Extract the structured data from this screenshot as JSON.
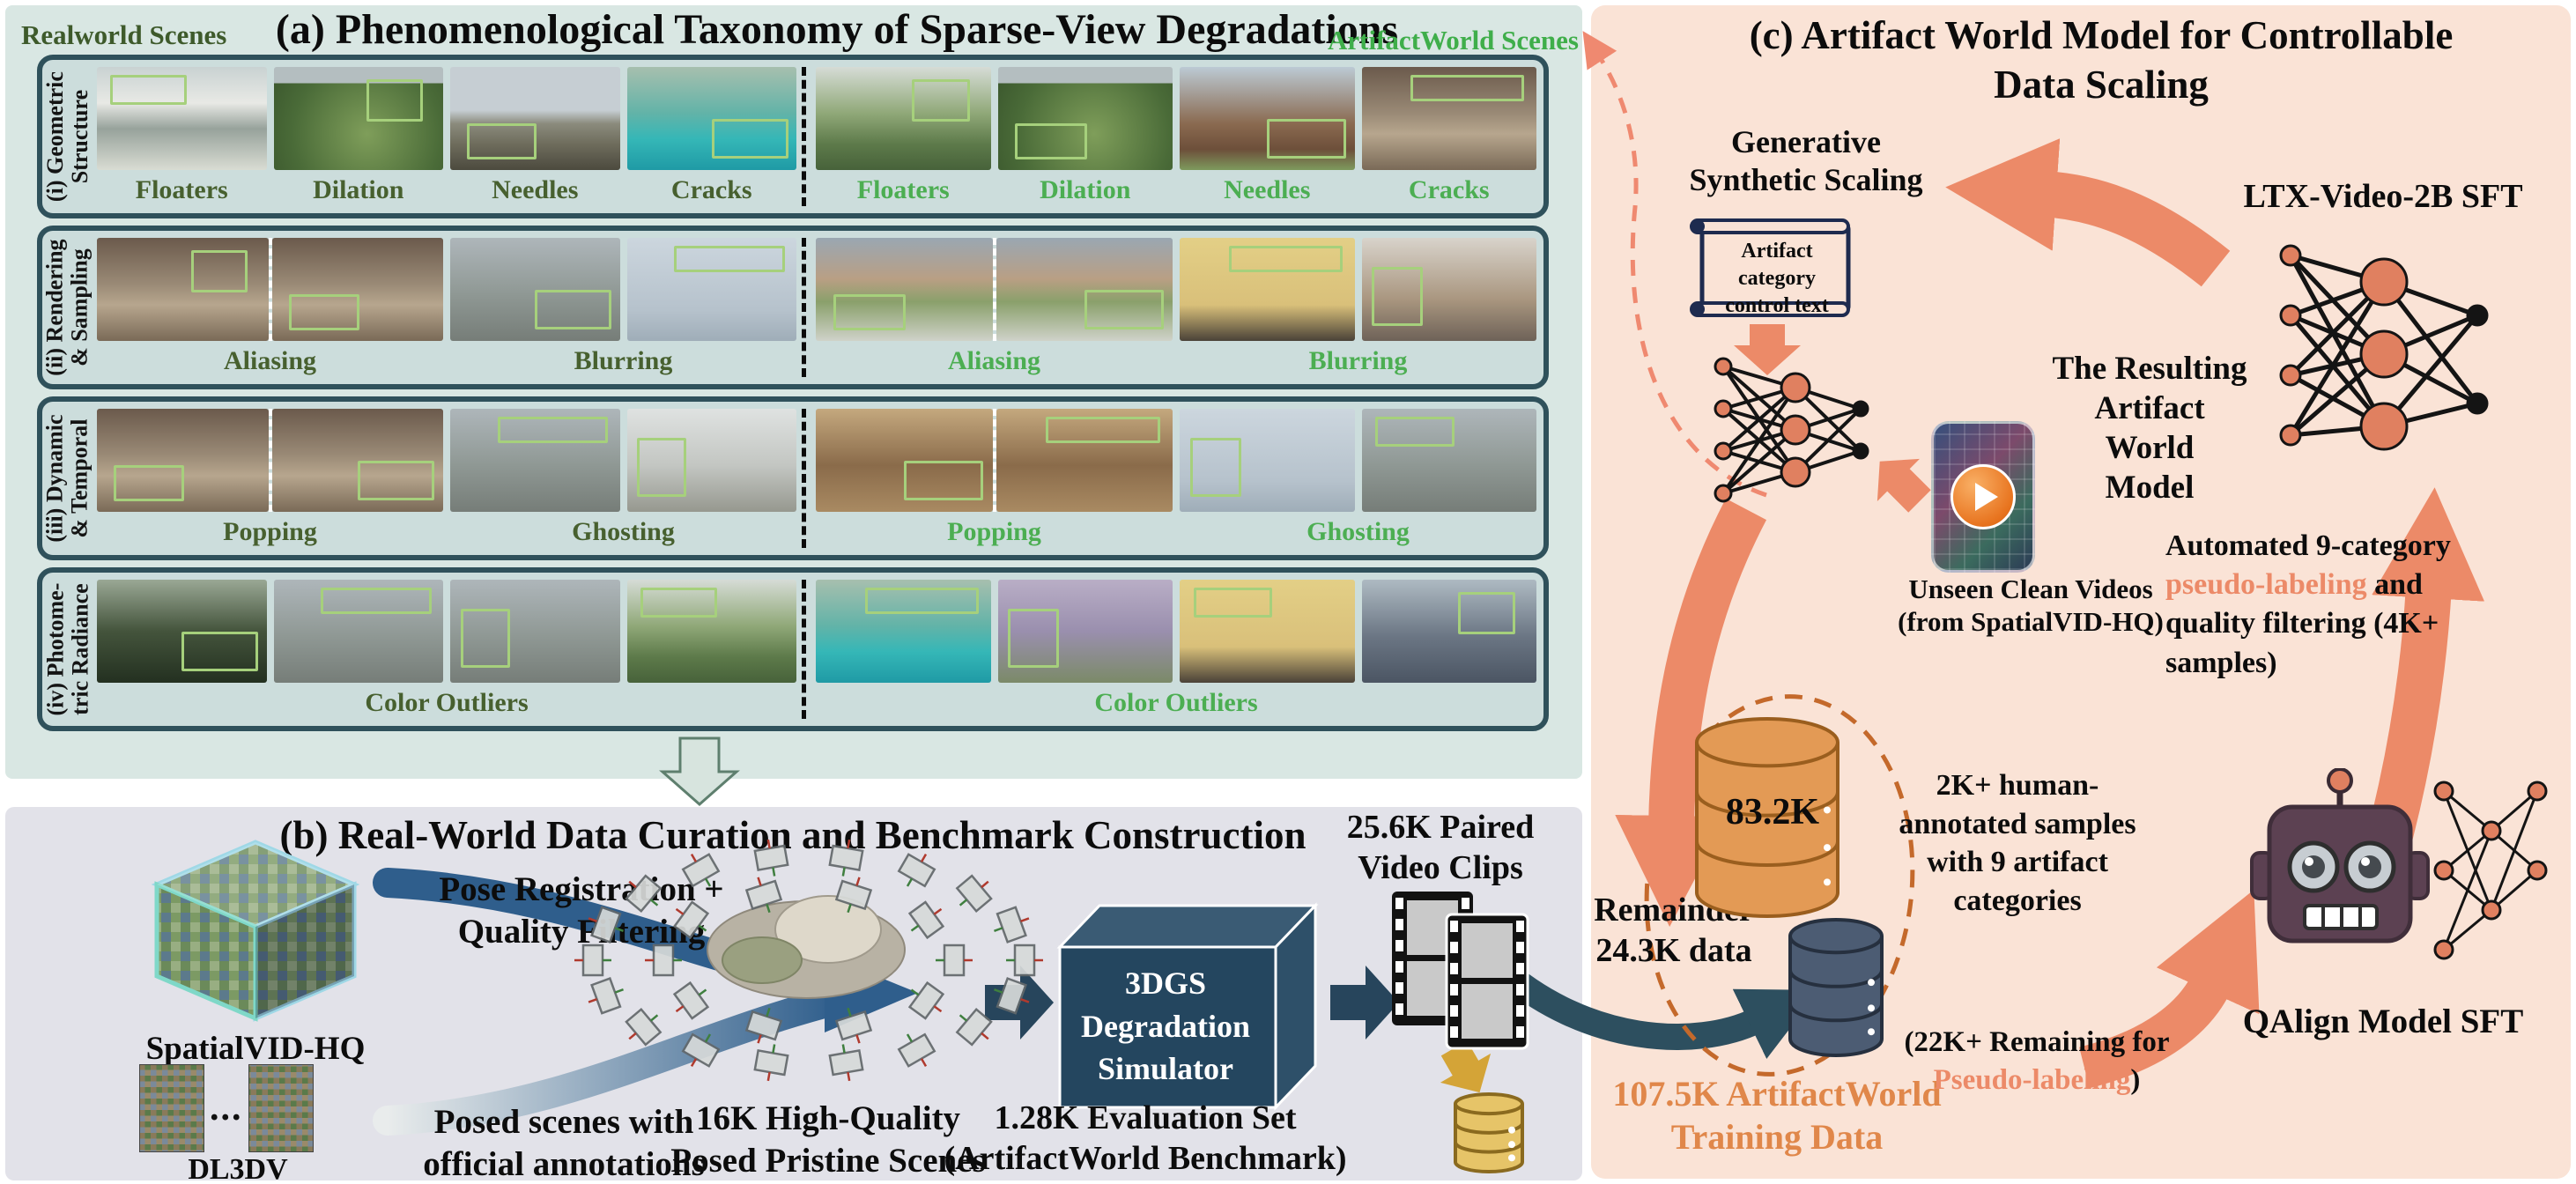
{
  "colors": {
    "panel_a_bg": "#D9E7E3",
    "panel_b_bg": "#E2E2E9",
    "panel_c_bg": "#FAE3D6",
    "row_border": "#2F515B",
    "green_dark": "#47602F",
    "green_bright": "#4CAE52",
    "salmon": "#EC8A68",
    "orange": "#E0874A",
    "teal_arrow": "#2D4F5F",
    "navy_box": "#24465F",
    "gold": "#D4A437"
  },
  "icons": {
    "dataset-cube-icon": "isometric mosaic cube",
    "image-strip-icon": "mosaic photo strips",
    "camera-rig-icon": "ring of posed camera frustums",
    "degradation-box-icon": "3d box",
    "film-strips-icon": "paired film strips",
    "database-icon": "cylinder stack",
    "scroll-icon": "paper scroll",
    "neural-net-icon": "node-link network",
    "video-app-icon": "play button over video mosaic",
    "robot-icon": "robot head"
  },
  "panel_a": {
    "corner_left": "Realworld Scenes",
    "title": "(a) Phenomenological Taxonomy of Sparse-View Degradations",
    "corner_right": "ArtifactWorld Scenes",
    "rows": [
      {
        "side_lines": [
          "(i) Geometric",
          "Structure"
        ],
        "halves": [
          {
            "groups": [
              {
                "label": "Floaters",
                "images": 1
              },
              {
                "label": "Dilation",
                "images": 1
              },
              {
                "label": "Needles",
                "images": 1
              },
              {
                "label": "Cracks",
                "images": 1
              }
            ]
          },
          {
            "groups": [
              {
                "label": "Floaters",
                "images": 1
              },
              {
                "label": "Dilation",
                "images": 1
              },
              {
                "label": "Needles",
                "images": 1
              },
              {
                "label": "Cracks",
                "images": 1
              }
            ]
          }
        ]
      },
      {
        "side_lines": [
          "(ii) Rendering",
          "& Sampling"
        ],
        "halves": [
          {
            "groups": [
              {
                "label": "Aliasing",
                "images": 2,
                "pair": true
              },
              {
                "label": "Blurring",
                "images": 2
              }
            ]
          },
          {
            "groups": [
              {
                "label": "Aliasing",
                "images": 2,
                "pair": true
              },
              {
                "label": "Blurring",
                "images": 2
              }
            ]
          }
        ]
      },
      {
        "side_lines": [
          "(iii) Dynamic",
          "& Temporal"
        ],
        "halves": [
          {
            "groups": [
              {
                "label": "Popping",
                "images": 2,
                "pair": true
              },
              {
                "label": "Ghosting",
                "images": 2
              }
            ]
          },
          {
            "groups": [
              {
                "label": "Popping",
                "images": 2,
                "pair": true
              },
              {
                "label": "Ghosting",
                "images": 2
              }
            ]
          }
        ]
      },
      {
        "side_lines": [
          "(iv) Photome-",
          "tric Radiance"
        ],
        "halves": [
          {
            "groups": [
              {
                "label": "Color Outliers",
                "images": 4
              }
            ]
          },
          {
            "groups": [
              {
                "label": "Color Outliers",
                "images": 4
              }
            ]
          }
        ]
      }
    ]
  },
  "panel_b": {
    "title": "(b) Real-World Data Curation and Benchmark Construction",
    "spatialvid_label": "SpatialVID-HQ",
    "dl3dv_label": "DL3DV",
    "dots": "...",
    "pose_registration": [
      "Pose Registration +",
      "Quality Filtering"
    ],
    "posed_scenes": [
      "Posed scenes with",
      "official annotations"
    ],
    "pristine": [
      "16K High-Quality",
      "Posed Pristine Scenes"
    ],
    "box_3dgs": [
      "3DGS",
      "Degradation",
      "Simulator"
    ],
    "paired_clips": [
      "25.6K Paired",
      "Video Clips"
    ],
    "evaluation_set": [
      "1.28K Evaluation Set",
      "(ArtifactWorld Benchmark)"
    ],
    "remainder": [
      "Remainder",
      "24.3K data"
    ]
  },
  "panel_c": {
    "title": [
      "(c) Artifact World Model for Controllable",
      "Data Scaling"
    ],
    "generative": [
      "Generative",
      "Synthetic Scaling"
    ],
    "scroll": [
      "Artifact category",
      "control text"
    ],
    "ltx": "LTX-Video-2B SFT",
    "resulting": [
      "The Resulting",
      "Artifact World",
      "Model"
    ],
    "unseen": [
      "Unseen Clean Videos",
      "(from SpatialVID-HQ)"
    ],
    "automated_parts": [
      {
        "text": "Automated 9-category "
      },
      {
        "text": "pseudo-labeling",
        "accent": true
      },
      {
        "text": " and quality filtering (4K+ samples)"
      }
    ],
    "db_orange_label": "83.2K",
    "training_data": [
      "107.5K ArtifactWorld",
      "Training Data"
    ],
    "human_annotated": "2K+ human-annotated samples with 9 artifact categories",
    "remaining_parts": [
      {
        "text": "(22K+ Remaining for "
      },
      {
        "text": "Pseudo-labeling",
        "accent": true
      },
      {
        "text": ")"
      }
    ],
    "qalign": "QAlign Model SFT"
  }
}
